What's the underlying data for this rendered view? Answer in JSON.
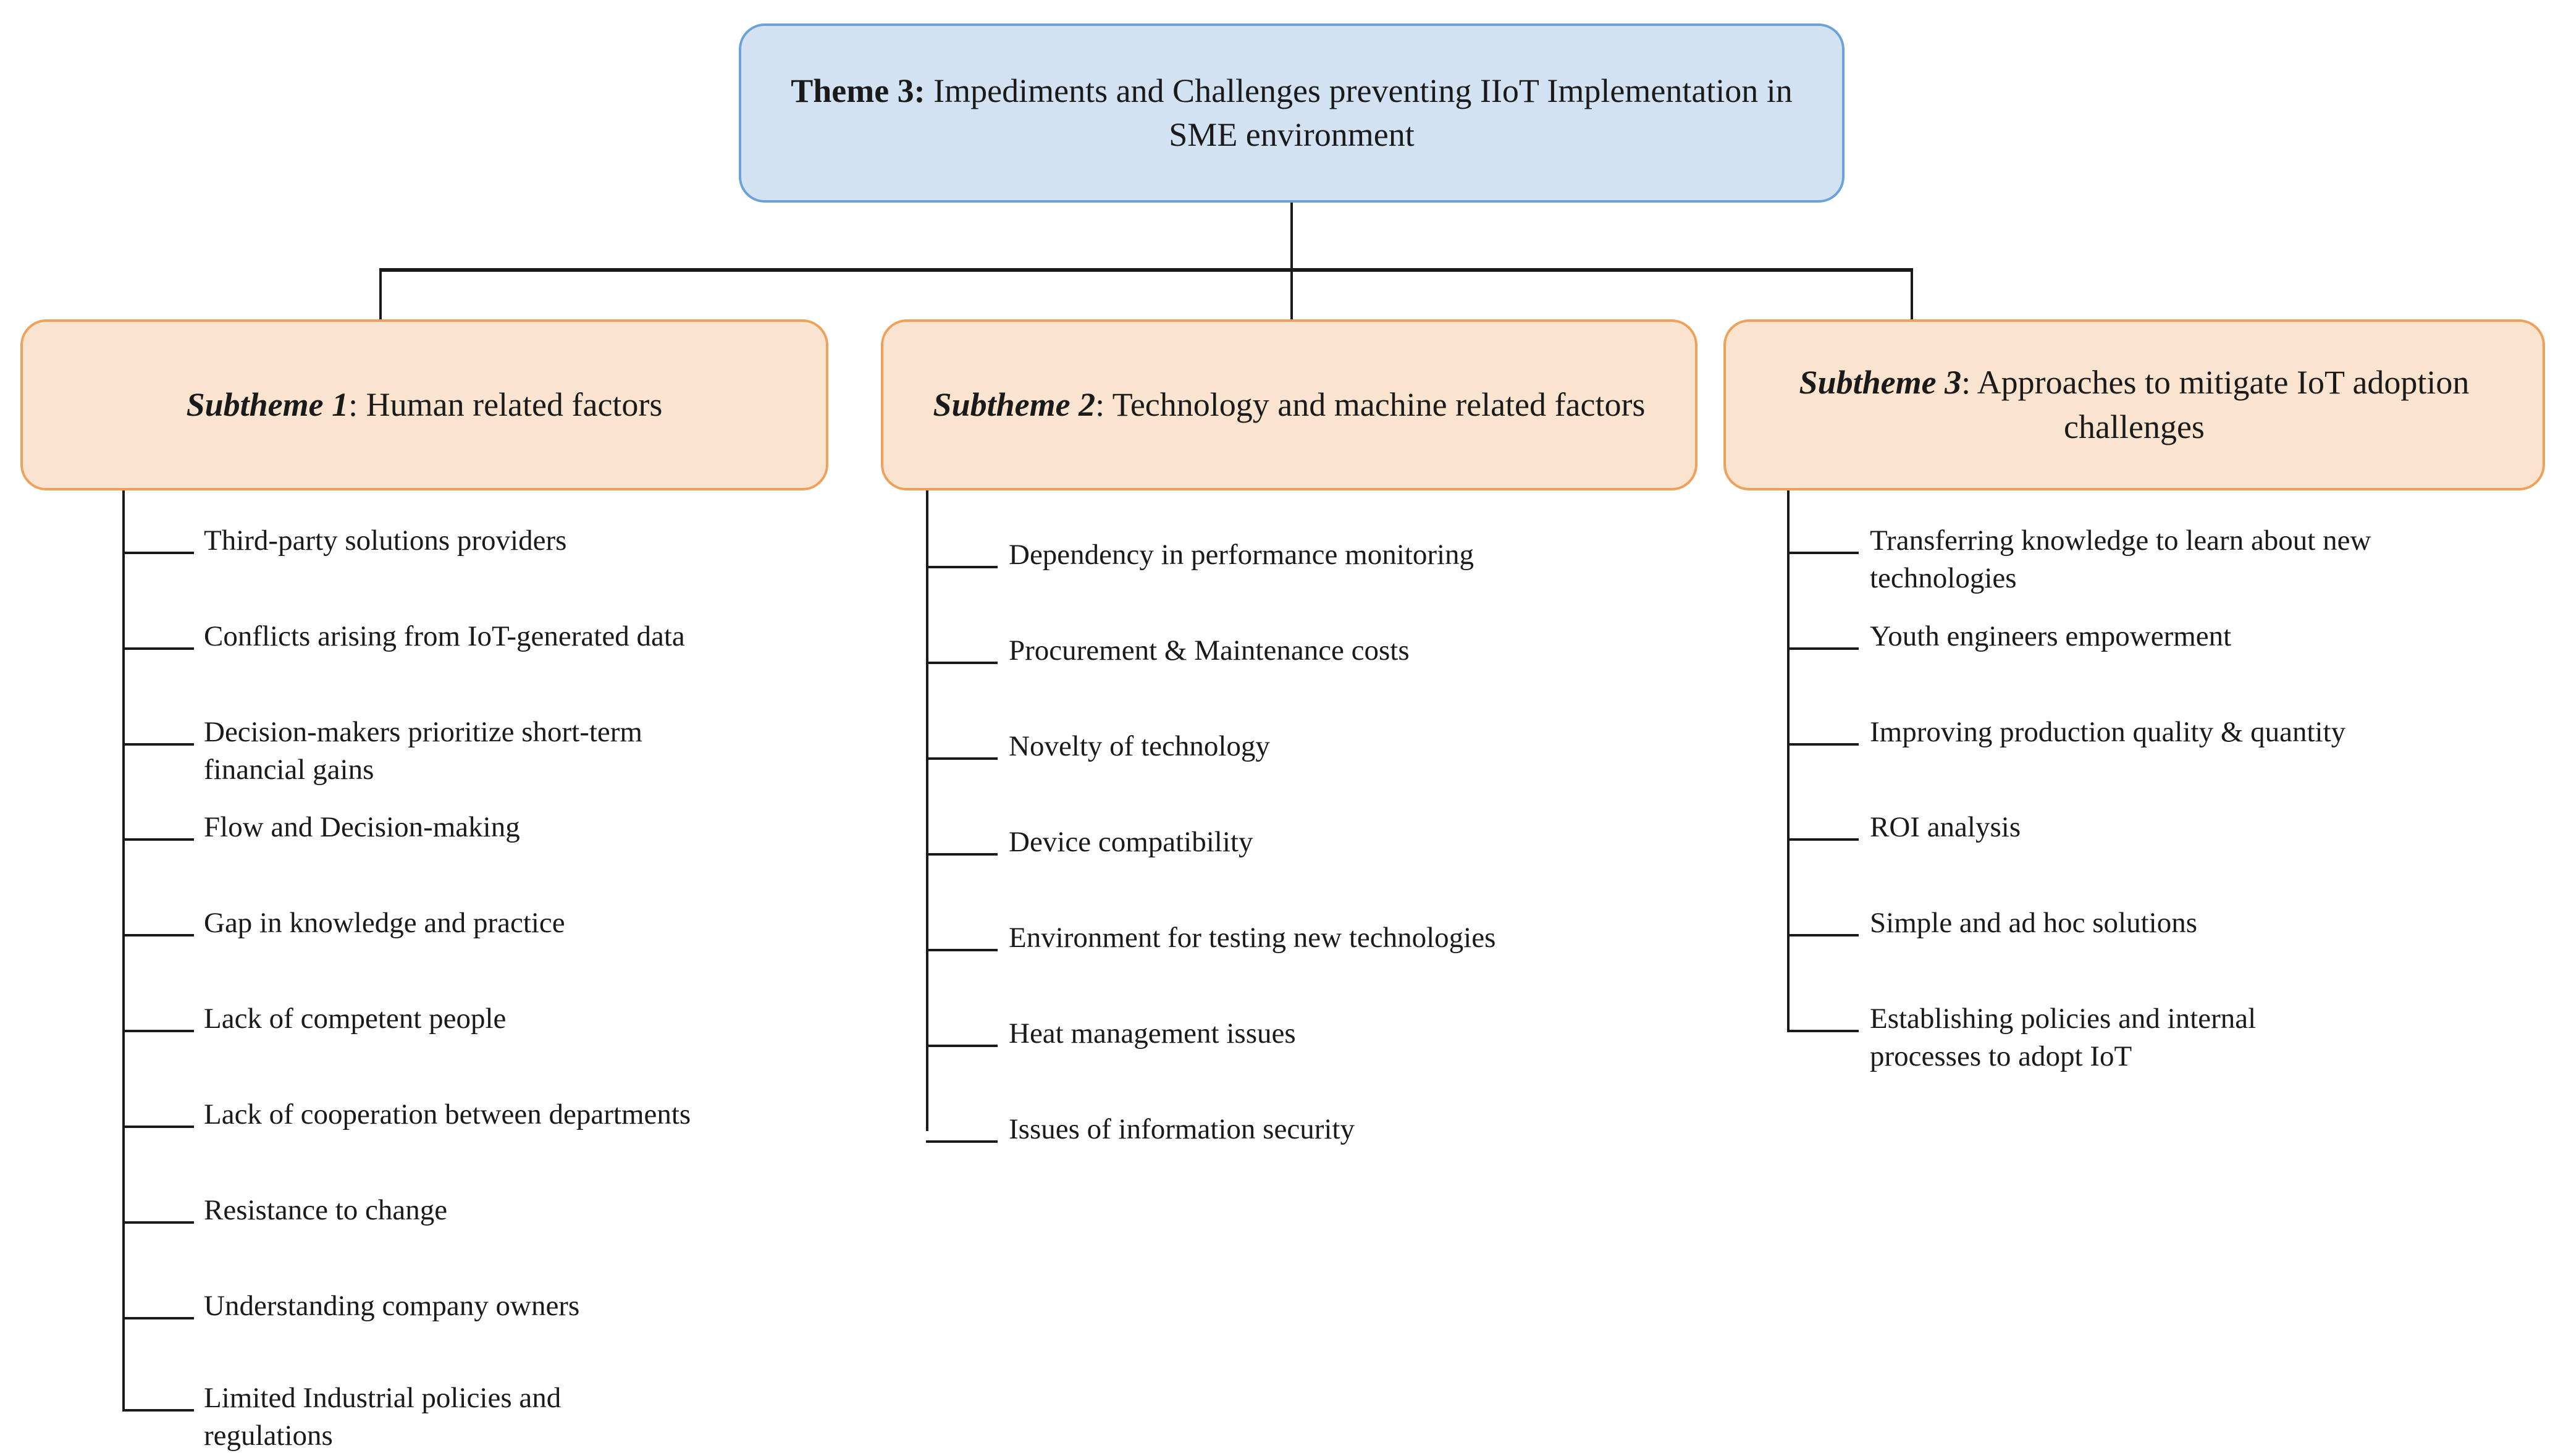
{
  "diagram": {
    "type": "hierarchy-tree",
    "title_text": "Theme 3: Impediments and Challenges preventing IIoT Implementation in SME environment",
    "colors": {
      "root_fill": "#d2e2f2",
      "root_border": "#6ba2d8",
      "subtheme_fill": "#fae4cf",
      "subtheme_border": "#efa05a",
      "connector": "#1a1a1a",
      "text": "#1a1a1a",
      "background": "#ffffff"
    }
  },
  "root": {
    "lead": "Theme 3:",
    "rest": " Impediments and Challenges preventing IIoT Implementation in SME environment"
  },
  "branches": [
    {
      "lead": "Subtheme 1",
      "rest": ": Human related factors",
      "items": [
        "Third-party solutions providers",
        "Conflicts arising from IoT-generated data",
        "Decision-makers prioritize short-term\nfinancial gains",
        "Flow and Decision-making",
        "Gap in knowledge and practice",
        "Lack of competent people",
        "Lack of cooperation between departments",
        "Resistance to change",
        "Understanding company owners",
        "Limited Industrial policies and\nregulations"
      ]
    },
    {
      "lead": "Subtheme 2",
      "rest": ": Technology and machine related factors",
      "items": [
        "Dependency in performance monitoring",
        "Procurement & Maintenance costs",
        "Novelty of technology",
        "Device compatibility",
        "Environment for testing new technologies",
        "Heat management issues",
        "Issues of information security"
      ]
    },
    {
      "lead": "Subtheme 3",
      "rest": ": Approaches to mitigate IoT adoption challenges",
      "items": [
        "Transferring knowledge to learn about new\ntechnologies",
        "Youth engineers empowerment",
        "Improving production quality & quantity",
        "ROI analysis",
        "Simple and ad hoc solutions",
        "Establishing policies and internal\nprocesses to adopt IoT"
      ]
    }
  ]
}
